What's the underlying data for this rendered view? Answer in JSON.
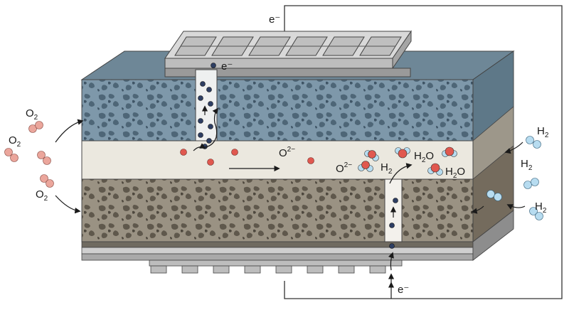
{
  "labels": {
    "electron_top": "e⁻",
    "electron_near_pore": "e⁻",
    "electron_bottom": "e⁻",
    "oxygen_1": {
      "base": "O",
      "sub": "2"
    },
    "oxygen_2": {
      "base": "O",
      "sub": "2"
    },
    "oxygen_3": {
      "base": "O",
      "sub": "2"
    },
    "oxide_ion_1": {
      "base": "O",
      "sup": "2−"
    },
    "oxide_ion_2": {
      "base": "O",
      "sup": "2−"
    },
    "water_1": {
      "base": "H",
      "sub": "2",
      "rest": "O"
    },
    "water_2": {
      "base": "H",
      "sub": "2",
      "rest": "O"
    },
    "hydrogen_1": {
      "base": "H",
      "sub": "2"
    },
    "hydrogen_2": {
      "base": "H",
      "sub": "2"
    },
    "hydrogen_3": {
      "base": "H",
      "sub": "2"
    },
    "hydrogen_4": {
      "base": "H",
      "sub": "2"
    }
  },
  "colors": {
    "cathode": "#6d8799",
    "cathode_pore": "#4e6677",
    "electrolyte": "#e9e6dc",
    "anode": "#8f8676",
    "anode_pore": "#6c6456",
    "oxygen_atom": "#e8a39a",
    "oxide_ion": "#e0584f",
    "hydrogen_atom": "#b7dcf0",
    "electron": "#2d3e63",
    "metal": "#b8b8b8"
  }
}
